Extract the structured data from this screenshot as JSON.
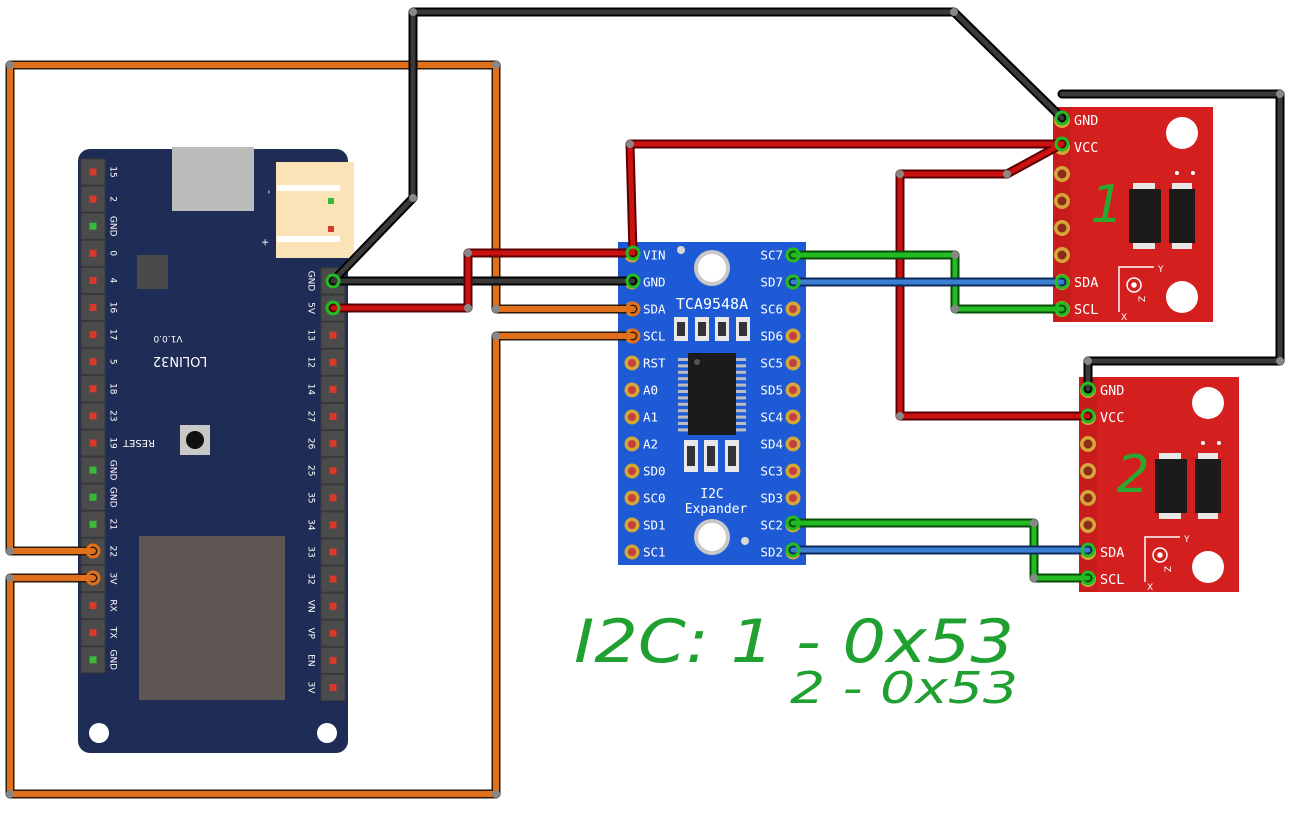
{
  "lolin": {
    "board_name": "LOLIN32",
    "version": "V1.0.0",
    "reset_label": "RESET",
    "left_pins": [
      "15",
      "2",
      "GND",
      "0",
      "4",
      "16",
      "17",
      "5",
      "18",
      "23",
      "19",
      "GND",
      "GND",
      "21",
      "22",
      "3V",
      "RX",
      "TX",
      "GND"
    ],
    "right_pins": [
      "GND",
      "5V",
      "13",
      "12",
      "14",
      "27",
      "26",
      "25",
      "35",
      "34",
      "33",
      "32",
      "VN",
      "VP",
      "EN",
      "3V"
    ],
    "battery_minus": "-",
    "battery_plus": "+"
  },
  "mux": {
    "chip_name": "TCA9548A",
    "title_line1": "I2C",
    "title_line2": "Expander",
    "left_pins": [
      "VIN",
      "GND",
      "SDA",
      "SCL",
      "RST",
      "A0",
      "A1",
      "A2",
      "SD0",
      "SC0",
      "SD1",
      "SC1"
    ],
    "right_pins": [
      "SC7",
      "SD7",
      "SC6",
      "SD6",
      "SC5",
      "SD5",
      "SC4",
      "SD4",
      "SC3",
      "SD3",
      "SC2",
      "SD2"
    ]
  },
  "sensors": [
    {
      "number": "1",
      "pins": [
        "GND",
        "VCC",
        "",
        "",
        "",
        "",
        "SDA",
        "SCL"
      ],
      "axis_y": "Y",
      "axis_z": "Z",
      "axis_x": "X"
    },
    {
      "number": "2",
      "pins": [
        "GND",
        "VCC",
        "",
        "",
        "",
        "",
        "SDA",
        "SCL"
      ],
      "axis_y": "Y",
      "axis_z": "Z",
      "axis_x": "X"
    }
  ],
  "note": {
    "line1": "I2C: 1 - 0x53",
    "line2": "2 - 0x53"
  },
  "colors": {
    "board_blue": "#1f2d56",
    "mux_blue": "#1e5ad6",
    "sensor_red": "#d41f1f",
    "wire_black": "#1a1a1a",
    "wire_red": "#cc1111",
    "wire_orange": "#e0701a",
    "wire_green": "#22bb22",
    "wire_blue": "#3a7fd0",
    "handwriting_green": "#20a030"
  }
}
